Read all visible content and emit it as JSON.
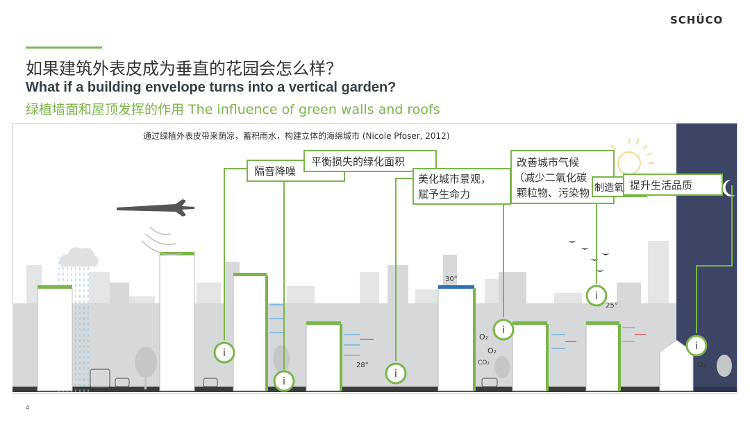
{
  "brand": {
    "logo_text": "SCHÜCO"
  },
  "header": {
    "title_cn": "如果建筑外表皮成为垂直的花园会怎么样？",
    "title_en": "What if a building envelope turns into a vertical garden?",
    "subtitle": "绿植墙面和屋顶发挥的作用 The influence of green walls and roofs"
  },
  "diagram": {
    "caption": "通过绿植外表皮带来荫凉，蓄积雨水，构建立体的海绵城市  (Nicole Pfoser, 2012)",
    "callouts": {
      "noise": "隔音降噪",
      "green_area": "平衡损失的绿化面积",
      "beautify_1": "美化城市景观，",
      "beautify_2": "赋予生命力",
      "climate_1": "改善城市气候",
      "climate_2": "（减少二氧化碳",
      "climate_3": "颗粒物、污染物",
      "oxygen": "制造氧气",
      "quality": "提升生活品质"
    },
    "temps": {
      "roof": "30°",
      "street": "28°",
      "green_roof": "25°"
    },
    "gases": {
      "o2": "O₂",
      "co2": "CO₂",
      "c": "C"
    },
    "info_marker": "i",
    "colors": {
      "green": "#7ab648",
      "night": "#3d4566",
      "city_grey": "#d6d8da"
    }
  },
  "footer": {
    "page_number": "4"
  }
}
